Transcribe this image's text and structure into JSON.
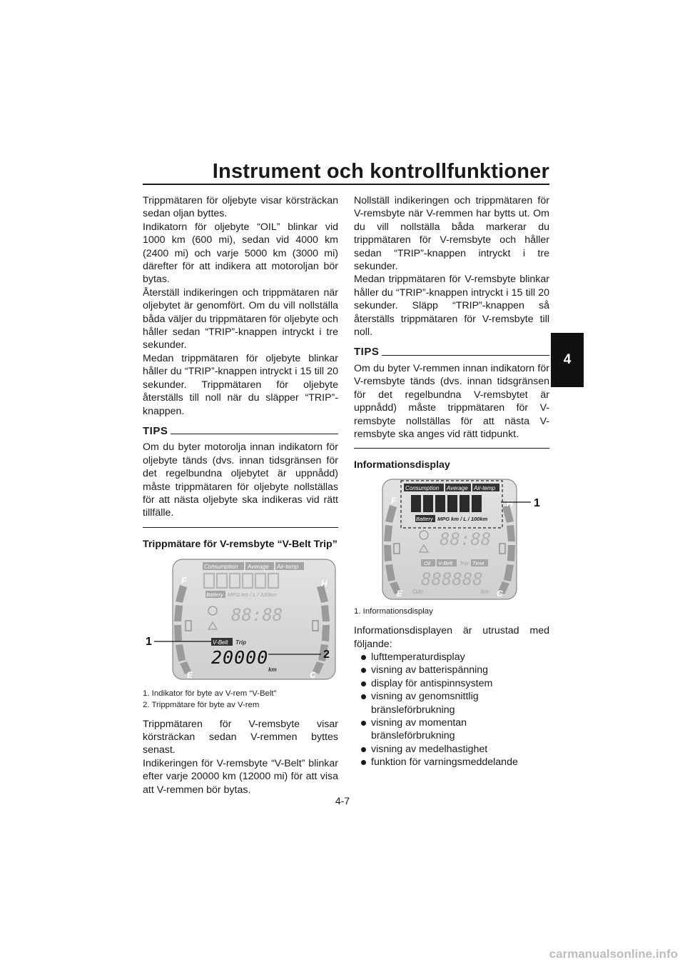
{
  "header": {
    "title": "Instrument och kontrollfunktioner",
    "chapter": "4"
  },
  "left_column": {
    "paragraphs": [
      "Trippmätaren för oljebyte visar körsträckan sedan oljan byttes.",
      "Indikatorn för oljebyte “OIL” blinkar vid 1000 km (600 mi), sedan vid 4000 km (2400 mi) och varje 5000 km (3000 mi) därefter för att indikera att motoroljan bör bytas.",
      "Återställ indikeringen och trippmätaren när oljebytet är genomfört. Om du vill nollställa båda väljer du trippmätaren för oljebyte och håller sedan “TRIP”-knappen intryckt i tre sekunder.",
      "Medan trippmätaren för oljebyte blinkar håller du “TRIP”-knappen intryckt i 15 till 20 sekunder. Trippmätaren för oljebyte återställs till noll när du släpper “TRIP”-knappen."
    ],
    "tips_label": "TIPS",
    "tips_text": "Om du byter motorolja innan indikatorn för oljebyte tänds (dvs. innan tidsgränsen för det regelbundna oljebytet är uppnådd) måste trippmätaren för oljebyte nollställas för att nästa oljebyte ska indikeras vid rätt tillfälle.",
    "section_title": "Trippmätare för V-remsbyte “V-Belt Trip”",
    "figure": {
      "labels": {
        "consumption": "Consumption",
        "average": "Average",
        "airtemp": "Air-temp",
        "battery": "Battery",
        "units": "MPG km / L / 100km",
        "vbelt": "V-Belt",
        "trip": "Trip",
        "km": "km",
        "odo_value": "20000",
        "clock": "88:88",
        "f": "F",
        "h": "H",
        "e": "E",
        "c": "C"
      },
      "callout_1": "1",
      "callout_2": "2"
    },
    "captions": [
      "1.  Indikator för byte av V-rem “V-Belt”",
      "2.  Trippmätare för byte av V-rem"
    ],
    "after_paragraphs": [
      "Trippmätaren för V-remsbyte visar körsträckan sedan V-remmen byttes senast.",
      "Indikeringen för V-remsbyte “V-Belt” blinkar efter varje 20000 km (12000 mi) för att visa att V-remmen bör bytas."
    ]
  },
  "right_column": {
    "paragraphs": [
      "Nollställ indikeringen och trippmätaren för V-remsbyte när V-remmen har bytts ut. Om du vill nollställa båda markerar du trippmätaren för V-remsbyte och håller sedan “TRIP”-knappen intryckt i tre sekunder.",
      "Medan trippmätaren för V-remsbyte blinkar håller du “TRIP”-knappen intryckt i 15 till 20 sekunder. Släpp “TRIP”-knappen så återställs trippmätaren för V-remsbyte till noll."
    ],
    "tips_label": "TIPS",
    "tips_text": "Om du byter V-remmen innan indikatorn för V-remsbyte tänds (dvs. innan tidsgränsen för det regelbundna V-remsbytet är uppnådd) måste trippmätaren för V-remsbyte nollställas för att nästa V-remsbyte ska anges vid rätt tidpunkt.",
    "section_title": "Informationsdisplay",
    "figure": {
      "labels": {
        "consumption": "Consumption",
        "average": "Average",
        "airtemp": "Air-temp",
        "battery": "Battery",
        "units": "MPG km / L / 100km",
        "oil": "Oil",
        "vbelt": "V-Belt",
        "trip": "Trip",
        "time": "Time",
        "odo": "Odo",
        "km": "km",
        "odo_value": "888888",
        "clock": "88:88",
        "f": "F",
        "h": "H",
        "e": "E",
        "c": "C"
      },
      "callout_1": "1"
    },
    "caption": "1.  Informationsdisplay",
    "intro": "Informationsdisplayen är utrustad med följande:",
    "bullets": [
      "lufttemperaturdisplay",
      "visning av batterispänning",
      "display för antispinnsystem",
      "visning av genomsnittlig bränsleförbrukning",
      "visning av momentan bränsleförbrukning",
      "visning av medelhastighet",
      "funktion för varningsmeddelande"
    ]
  },
  "footer": {
    "page_number": "4-7",
    "watermark": "carmanualsonline.info"
  }
}
